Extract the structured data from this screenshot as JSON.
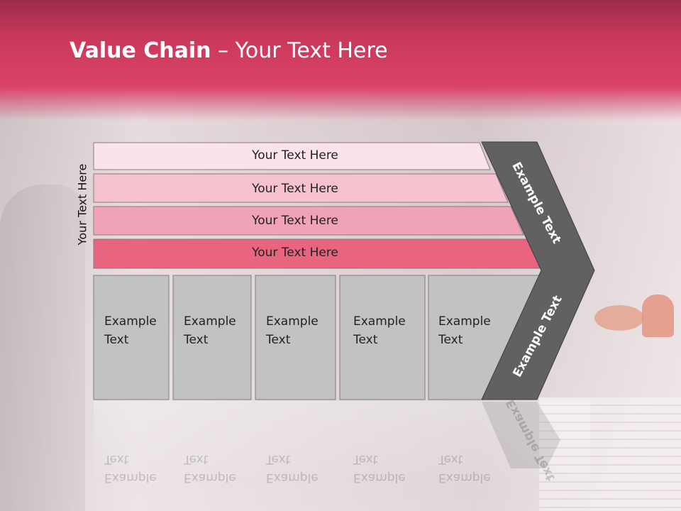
{
  "title": {
    "bold": "Value Chain",
    "rest": " – Your Text Here"
  },
  "side_label": "Your Text Here",
  "rows": [
    {
      "label": "Your Text Here",
      "color": "#fbe3ea"
    },
    {
      "label": "Your Text Here",
      "color": "#f6c2d0"
    },
    {
      "label": "Your Text Here",
      "color": "#f0a2b6"
    },
    {
      "label": "Your Text Here",
      "color": "#e8647f"
    }
  ],
  "columns": [
    {
      "line1": "Example",
      "line2": "Text"
    },
    {
      "line1": "Example",
      "line2": "Text"
    },
    {
      "line1": "Example",
      "line2": "Text"
    },
    {
      "line1": "Example",
      "line2": "Text"
    },
    {
      "line1": "Example",
      "line2": "Text"
    }
  ],
  "chevron": {
    "top_label": "Example Text",
    "bottom_label": "Example Text",
    "color": "#616161"
  },
  "colors": {
    "banner": "#dc436a",
    "column_fill": "#c2c2c2"
  }
}
